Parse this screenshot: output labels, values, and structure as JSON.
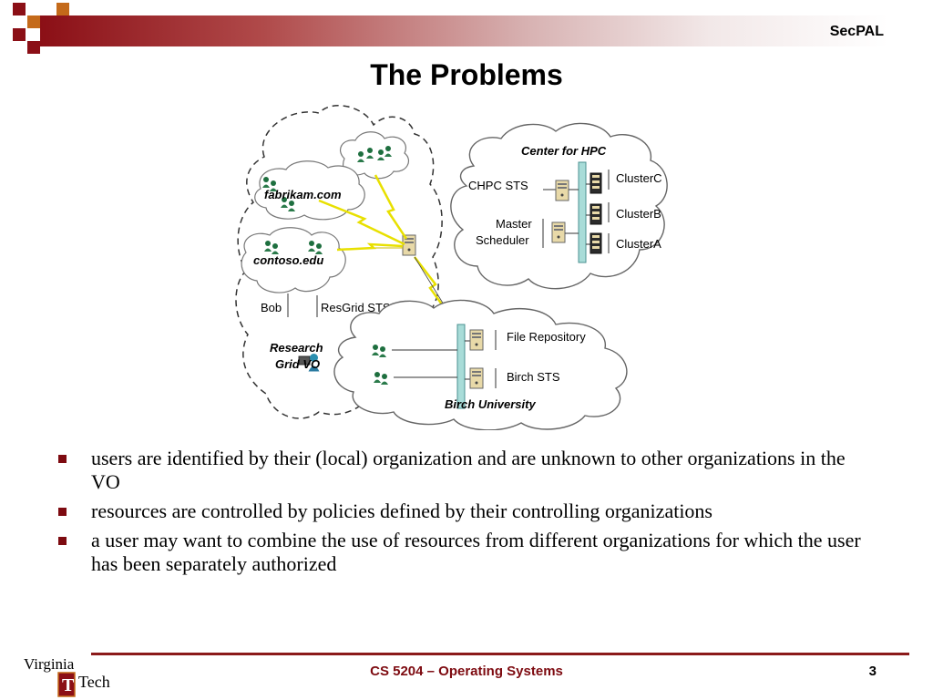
{
  "header": {
    "title": "SecPAL",
    "accent": "#8b0f16"
  },
  "slide": {
    "title": "The Problems"
  },
  "diagram": {
    "vo_label_1": "Research",
    "vo_label_2": "Grid VO",
    "fabrikam": "fabrikam.com",
    "contoso": "contoso.edu",
    "bob": "Bob",
    "resgrid": "ResGrid STS",
    "hpc_title": "Center for HPC",
    "chpc": "CHPC STS",
    "master_1": "Master",
    "master_2": "Scheduler",
    "cluster_c": "ClusterC",
    "cluster_b": "ClusterB",
    "cluster_a": "ClusterA",
    "file_repo": "File Repository",
    "birch_sts": "Birch STS",
    "birch_univ": "Birch University"
  },
  "bullets": [
    "users are identified by their (local) organization and are unknown to other organizations in the VO",
    "resources are controlled by policies defined by their controlling organizations",
    "a user may want to combine the use of resources from different organizations for which the user has been separately authorized"
  ],
  "footer": {
    "course": "CS 5204 – Operating Systems",
    "page": "3",
    "logo_line1": "Virginia",
    "logo_line2": "Tech"
  }
}
